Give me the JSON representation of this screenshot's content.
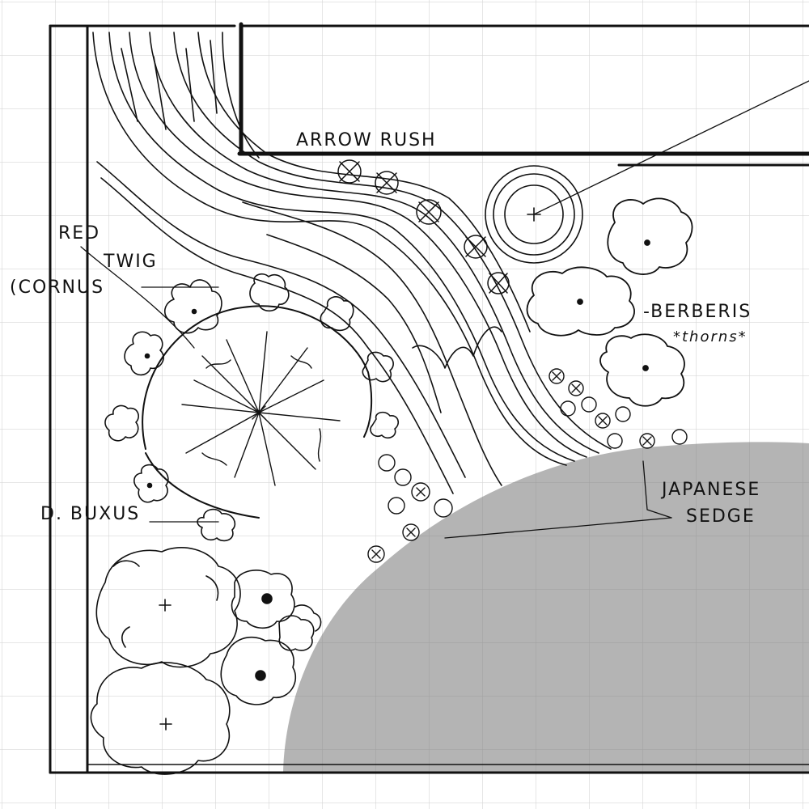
{
  "labels": {
    "arrow_rush": "ARROW RUSH",
    "red_twig_line1": "RED",
    "red_twig_line2": "TWIG",
    "cornus": "(CORNUS",
    "berberis": "-BERBERIS",
    "thorns": "*thorns*",
    "japanese_line1": "JAPANESE",
    "japanese_line2": "SEDGE",
    "buxus": "D. BUXUS"
  },
  "colors": {
    "ink": "#111111",
    "grid": "#d6d6d6",
    "paving": "#b4b4b4",
    "paper": "#ffffff"
  }
}
